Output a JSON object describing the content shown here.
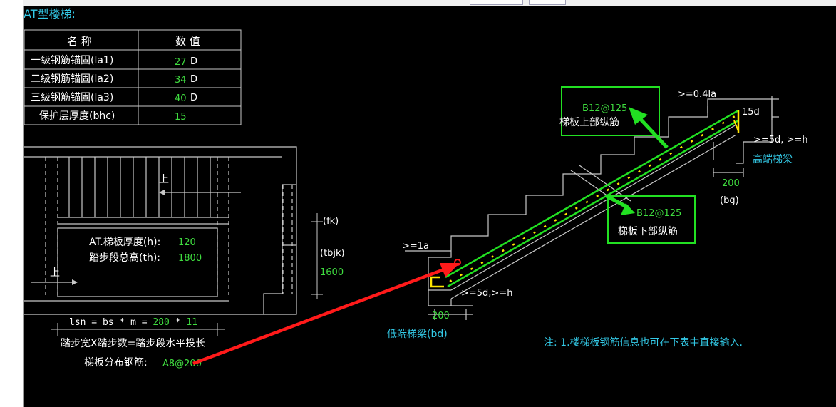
{
  "title": "AT型楼梯:",
  "table": {
    "headers": [
      "名 称",
      "数 值"
    ],
    "rows": [
      {
        "name": "一级钢筋锚固(la1)",
        "value": "27",
        "unit": "D"
      },
      {
        "name": "二级钢筋锚固(la2)",
        "value": "34",
        "unit": "D"
      },
      {
        "name": "三级钢筋锚固(la3)",
        "value": "40",
        "unit": "D"
      },
      {
        "name": "保护层厚度(bhc)",
        "value": "15",
        "unit": ""
      }
    ]
  },
  "plan": {
    "up_label_1": "上",
    "up_label_2": "上",
    "thickness_label": "AT.梯板厚度(h):",
    "thickness_value": "120",
    "height_label": "踏步段总高(th):",
    "height_value": "1800"
  },
  "lsn": {
    "formula_prefix": "lsn = bs * m = ",
    "bs": "280",
    "times": " * ",
    "m": "11",
    "caption": "踏步宽X踏步数=踏步段水平投长"
  },
  "distribution": {
    "label": "梯板分布钢筋:",
    "value": "A8@200"
  },
  "section": {
    "fk": "(fk)",
    "tbjk": "(tbjk)",
    "dim_1600": "1600",
    "la_low": ">=1a",
    "anchor_low": ">=5d,>=h",
    "bd_dim": "200",
    "bd_label": "低端梯梁(bd)",
    "la_high": ">=0.4la",
    "hook_15d": "15d",
    "anchor_high": ">=5d, >=h",
    "bg_label_top": "高端梯梁",
    "bg_dim": "200",
    "bg_label": "(bg)"
  },
  "top_rebar": {
    "value": "B12@125",
    "label": "梯板上部纵筋"
  },
  "bottom_rebar": {
    "value": "B12@125",
    "label": "梯板下部纵筋"
  },
  "note": "注: 1.楼梯板钢筋信息也可在下表中直接输入.",
  "colors": {
    "background": "#000000",
    "line": "#c8c8c8",
    "text": "#ffffff",
    "value": "#3fdc3f",
    "cyan": "#33c9e6",
    "rebar": "#22e022",
    "yellow": "#ffe600",
    "red": "#ff1a1a"
  }
}
